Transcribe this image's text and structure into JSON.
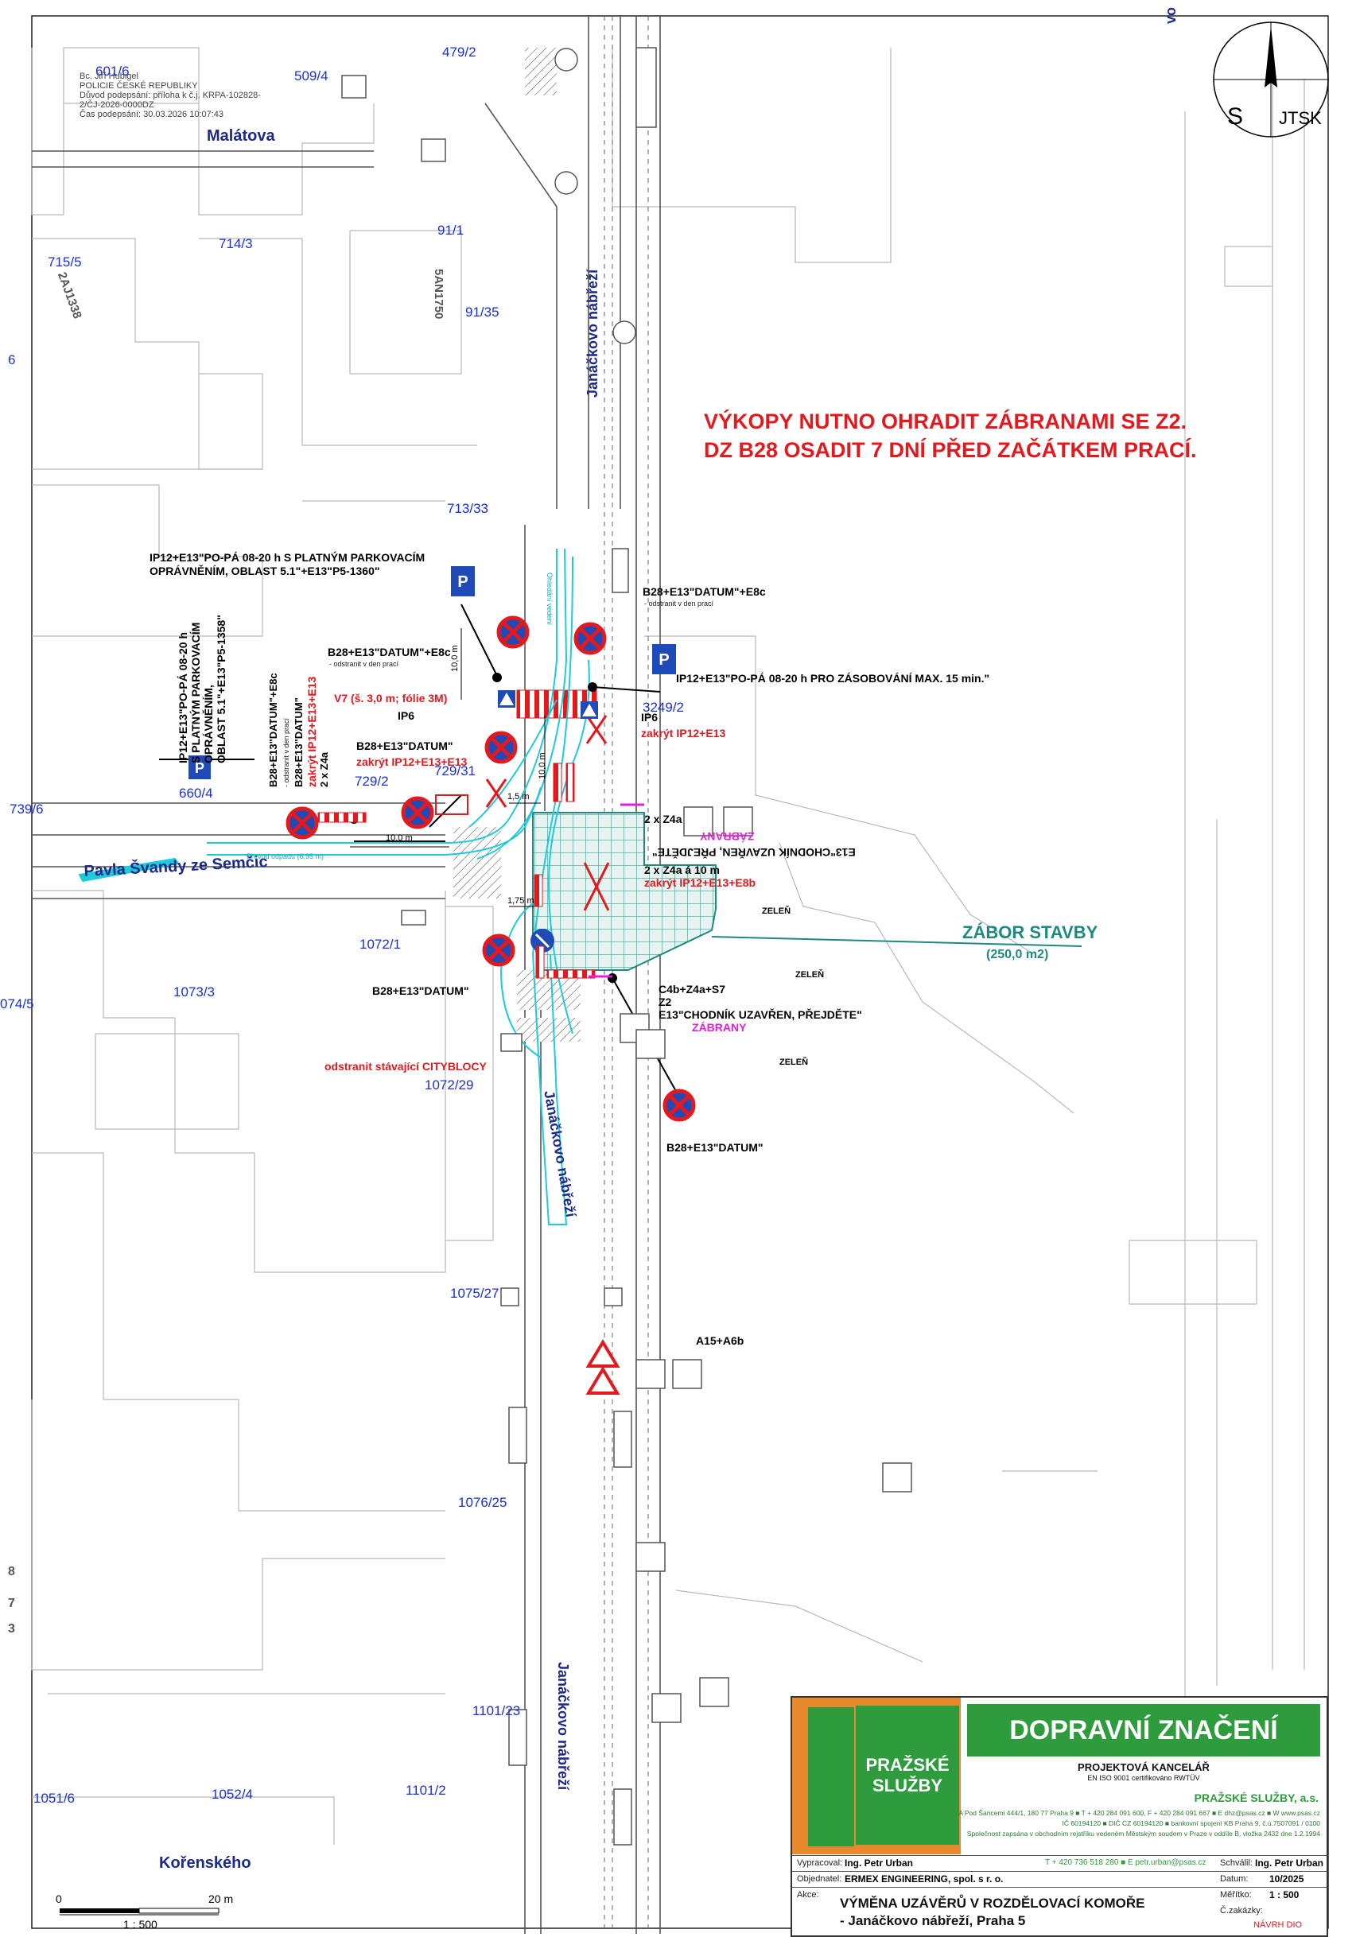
{
  "stamp": {
    "lines": [
      "Bc. Jiří Hubigel",
      "POLICIE ČESKÉ REPUBLIKY",
      "Důvod podepsání: příloha k č.j. KRPA-102828-",
      "2/ČJ-2026-0000DZ",
      "Čas podepsání: 30.03.2026 10:07:43"
    ]
  },
  "north_arrow": {
    "left": "S",
    "right": "JTSK"
  },
  "parcels": [
    "601/6",
    "509/4",
    "479/2",
    "714/3",
    "91/1",
    "715/5",
    "91/35",
    "713/33",
    "729/31",
    "729/2",
    "660/4",
    "739/6",
    "3249/2",
    "1072/1",
    "1073/3",
    "074/5",
    "1072/29",
    "1075/27",
    "1076/25",
    "1101/23",
    "1052/4",
    "1101/2",
    "1051/6",
    "6"
  ],
  "map_codes": [
    "2AJ1338",
    "5AN1750"
  ],
  "left_margin_digits": [
    "8",
    "7",
    "3"
  ],
  "streets": {
    "malatova": "Malátova",
    "pavla": "Pavla Švandy ze Semčic",
    "janackovo_top": "Janáčkovo nábřeží",
    "janackovo_mid": "Janáčkovo nábřeží",
    "janackovo_low": "Janáčkovo nábřeží",
    "korenskeho": "Kořenského",
    "top_right_partial": "vo"
  },
  "note": {
    "line1": "VÝKOPY NUTNO OHRADIT ZÁBRANAMI SE Z2.",
    "line2": "DZ B28 OSADIT 7 DNÍ PŘED ZAČÁTKEM PRACÍ."
  },
  "labels": {
    "ip12_top_1": "IP12+E13\"PO-PÁ 08-20 h S PLATNÝM PARKOVACÍM",
    "ip12_top_2": "OPRÁVNĚNÍM, OBLAST 5.1\"+E13\"P5-1360\"",
    "b28_e8c_right": "B28+E13\"DATUM\"+E8c",
    "odstranit_right": "- odstranit v den prací",
    "b28_e8c_left": "B28+E13\"DATUM\"+E8c",
    "odstranit_left": "- odstranit v den prací",
    "v7": "V7 (š. 3,0 m; fólie 3M)",
    "ip6_left": "IP6",
    "b28_left": "B28+E13\"DATUM\"",
    "zakryt_left": "zakrýt IP12+E13+E13",
    "ip12_right": "IP12+E13\"PO-PÁ 08-20 h PRO ZÁSOBOVÁNÍ MAX. 15 min.\"",
    "ip6_right": "IP6",
    "zakryt_right": "zakrýt IP12+E13",
    "z4a_2x": "2 x Z4a",
    "zabrany_mid": "ZÁBRANY",
    "e13_rot": "E13\"CHODNÍK UZAVŘEN, PŘEJDĚTE\"",
    "z4a_10m": "2 x Z4a á 10 m",
    "zakryt_e8b": "zakrýt IP12+E13+E8b",
    "b28_datum_mid": "B28+E13\"DATUM\"",
    "c4b": "C4b+Z4a+S7",
    "z2": "Z2",
    "e13_chodnik": "E13\"CHODNÍK UZAVŘEN, PŘEJDĚTE\"",
    "zabrany_low": "ZÁBRANY",
    "odstranit_city": "odstranit stávající CITYBLOCY",
    "b28_datum_low": "B28+E13\"DATUM\"",
    "a15": "A15+A6b",
    "rot_left_1": "IP12+E13\"PO-PÁ 08-20 h",
    "rot_left_2": "S PLATNÝM PARKOVACÍM",
    "rot_left_3": "OPRÁVNĚNÍM,",
    "rot_left_4": "OBLAST 5.1\"+E13\"P5-1358\"",
    "rot_b28a": "B28+E13\"DATUM\"+E8c",
    "rot_b28a_sub": "- odstranit v den prací",
    "rot_b28b": "B28+E13\"DATUM\"",
    "rot_zakryt": "zakrýt IP12+E13+E13",
    "rot_z4a": "2 x Z4a"
  },
  "dims": {
    "d10_left": "10,0 m",
    "d10_vert": "10,0 m",
    "d10_vert2": "10,0 m",
    "d15": "1,5 m",
    "d175": "1,75 m",
    "prevod": "Převod odpadu (6,95 m)",
    "vedeni": "Ohledání vedení"
  },
  "zabor": {
    "title": "ZÁBOR STAVBY",
    "area": "(250,0 m2)"
  },
  "zelen": [
    "ZELEŇ",
    "ZELEŇ",
    "ZELEŇ"
  ],
  "scale_bar": {
    "zero": "0",
    "twenty": "20 m",
    "ratio": "1 : 500"
  },
  "title_block": {
    "logo_text": "PRAŽSKÉ SLUŽBY",
    "header": "DOPRAVNÍ ZNAČENÍ",
    "sub1": "PROJEKTOVÁ KANCELÁŘ",
    "sub2": "EN ISO 9001 certifikováno RWTÜV",
    "company": "PRAŽSKÉ SLUŽBY, a.s.",
    "addr1": "A Pod Šancemi 444/1, 180 77 Praha 9 ■ T + 420 284 091 600, F + 420 284 091 667 ■ E dhz@psas.cz ■ W www.psas.cz",
    "addr2": "IČ 60194120 ■ DIČ CZ 60194120 ■ bankovní spojení KB Praha 9, č.ú.7507091 / 0100",
    "addr3": "Společnost zapsána v obchodním rejstříku vedeném Městským soudem v Praze v oddíle B, vložka 2432 dne 1.2.1994",
    "vypracoval_label": "Vypracoval:",
    "vypracoval": "Ing. Petr Urban",
    "tel": "T + 420 736 518 280 ■ E petr.urban@psas.cz",
    "schvalil_label": "Schválil:",
    "schvalil": "Ing. Petr Urban",
    "objednatel_label": "Objednatel:",
    "objednatel": "ERMEX ENGINEERING, spol. s r. o.",
    "datum_label": "Datum:",
    "datum": "10/2025",
    "akce_label": "Akce:",
    "meritko_label": "Měřítko:",
    "meritko": "1 : 500",
    "title1": "VÝMĚNA UZÁVĚRŮ V ROZDĚLOVACÍ KOMOŘE",
    "title2": "- Janáčkovo nábřeží, Praha 5",
    "cislo_label": "Č.zakázky:",
    "navrh": "NÁVRH DIO"
  }
}
